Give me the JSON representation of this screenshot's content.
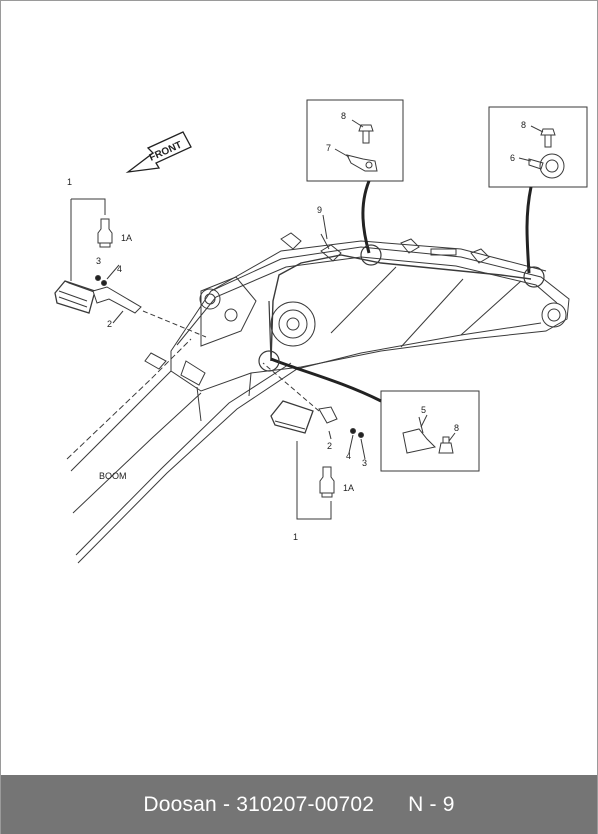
{
  "diagram": {
    "front_label": "FRONT",
    "boom_label": "BOOM",
    "callouts": {
      "lamp_top": "1",
      "bulb_top": "1A",
      "nut_top": "3",
      "washer_top": "4",
      "bracket_top": "2",
      "harness": "9",
      "inset1_bolt": "8",
      "inset1_clip": "7",
      "inset2_bolt": "8",
      "inset2_grommet": "6",
      "inset3_bracket": "5",
      "inset3_bolt": "8",
      "bracket_bottom": "2",
      "washer_bottom": "4",
      "nut_bottom": "3",
      "bulb_bottom": "1A",
      "lamp_bottom": "1"
    }
  },
  "footer": {
    "brand": "Doosan",
    "separator": "-",
    "part_number": "310207-00702",
    "page_code": "N - 9"
  },
  "colors": {
    "line": "#3a3a3a",
    "footer_bg": "#757575",
    "footer_text": "#ffffff"
  }
}
